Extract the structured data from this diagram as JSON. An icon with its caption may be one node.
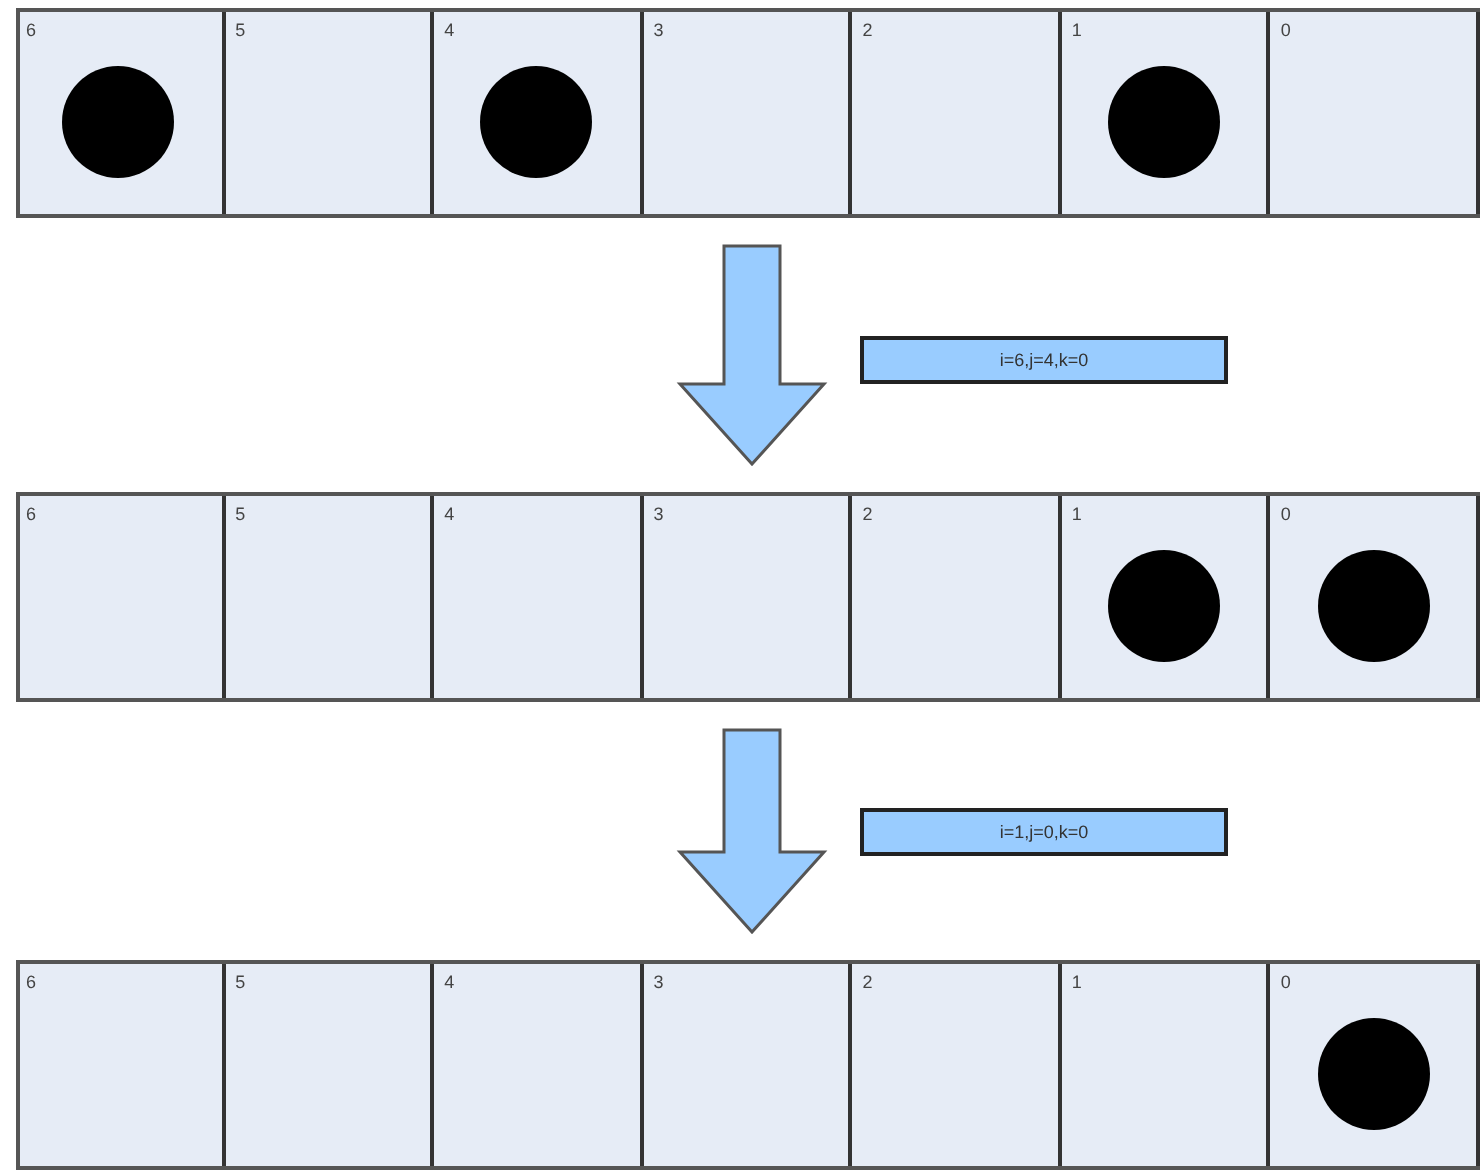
{
  "diagram": {
    "nodes": [
      {
        "text": [],
        "shape": "box"
      },
      {
        "text": [
          "6"
        ],
        "in": 0
      },
      {
        "text": [],
        "shape": "circle",
        "in": 1
      },
      {
        "text": [
          "5"
        ],
        "in": 0
      },
      {
        "text": [
          "4"
        ],
        "in": 0
      },
      {
        "text": [],
        "shape": "circle",
        "in": 4
      },
      {
        "text": [
          "3"
        ],
        "in": 0
      },
      {
        "text": [
          "2"
        ],
        "in": 0
      },
      {
        "text": [
          "1"
        ],
        "in": 0
      },
      {
        "text": [],
        "shape": "circle",
        "in": 8
      },
      {
        "text": [
          "0"
        ],
        "in": 0
      },
      {
        "text": [
          "i=6,j=4,k=0"
        ]
      },
      {
        "text": [],
        "shape": "box"
      },
      {
        "text": [
          "6"
        ],
        "in": 12
      },
      {
        "text": [
          "5"
        ],
        "in": 12
      },
      {
        "text": [
          "4"
        ],
        "in": 12
      },
      {
        "text": [
          "3"
        ],
        "in": 12
      },
      {
        "text": [
          "2"
        ],
        "in": 12
      },
      {
        "text": [
          "1"
        ],
        "in": 12
      },
      {
        "text": [],
        "shape": "circle",
        "in": 18
      },
      {
        "text": [
          "0"
        ],
        "in": 12
      },
      {
        "text": [],
        "shape": "circle",
        "in": 20
      },
      {
        "text": [
          "i=1,j=0,k=0"
        ]
      },
      {
        "text": [],
        "shape": "box"
      },
      {
        "text": [
          "6"
        ],
        "in": 23
      },
      {
        "text": [
          "5"
        ],
        "in": 23
      },
      {
        "text": [
          "4"
        ],
        "in": 23
      },
      {
        "text": [
          "3"
        ],
        "in": 23
      },
      {
        "text": [
          "2"
        ],
        "in": 23
      },
      {
        "text": [
          "1"
        ],
        "in": 23
      },
      {
        "text": [
          "0"
        ],
        "in": 23
      },
      {
        "text": [],
        "shape": "circle",
        "in": 30
      }
    ],
    "edges": [
      {
        "from": 0,
        "to": 12,
        "arrow": "to"
      },
      {
        "from": 12,
        "to": 23,
        "arrow": "to"
      }
    ]
  }
}
